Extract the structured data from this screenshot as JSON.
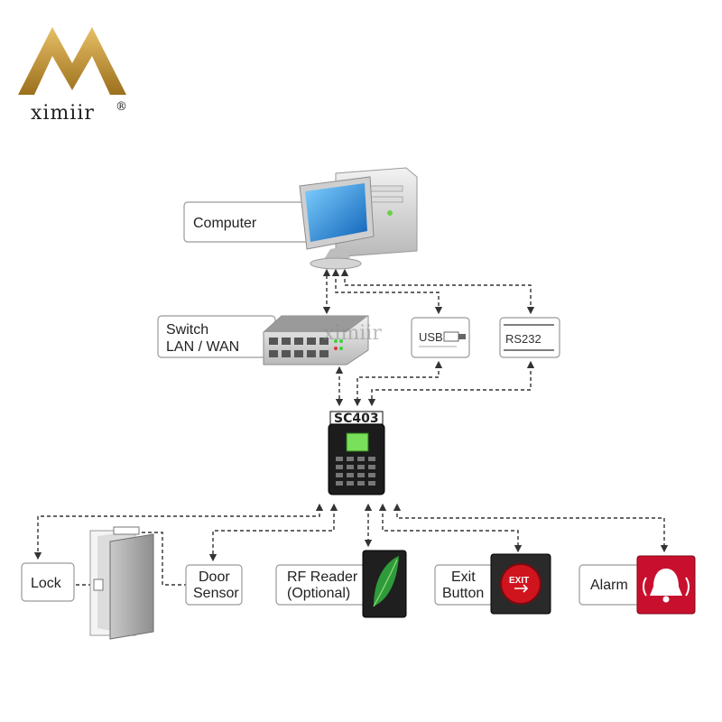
{
  "brand": {
    "name": "ximiir",
    "reg_mark": "®",
    "watermark": "ximiir"
  },
  "computer": {
    "label": "Computer"
  },
  "switch": {
    "line1": "Switch",
    "line2": "LAN / WAN"
  },
  "usb": {
    "label": "USB"
  },
  "rs232": {
    "label": "RS232"
  },
  "controller": {
    "model": "SC403"
  },
  "peripherals": {
    "lock": {
      "label": "Lock"
    },
    "door_sensor": {
      "line1": "Door",
      "line2": "Sensor"
    },
    "rf_reader": {
      "line1": "RF Reader",
      "line2": "(Optional)"
    },
    "exit_button": {
      "line1": "Exit",
      "line2": "Button",
      "button_text": "EXIT"
    },
    "alarm": {
      "label": "Alarm"
    }
  },
  "colors": {
    "gold": "#b8892b",
    "screen_blue": "#1e88d8",
    "alarm_red": "#c8102e",
    "exit_red": "#d0141e",
    "leaf_green": "#2f9a3a"
  }
}
